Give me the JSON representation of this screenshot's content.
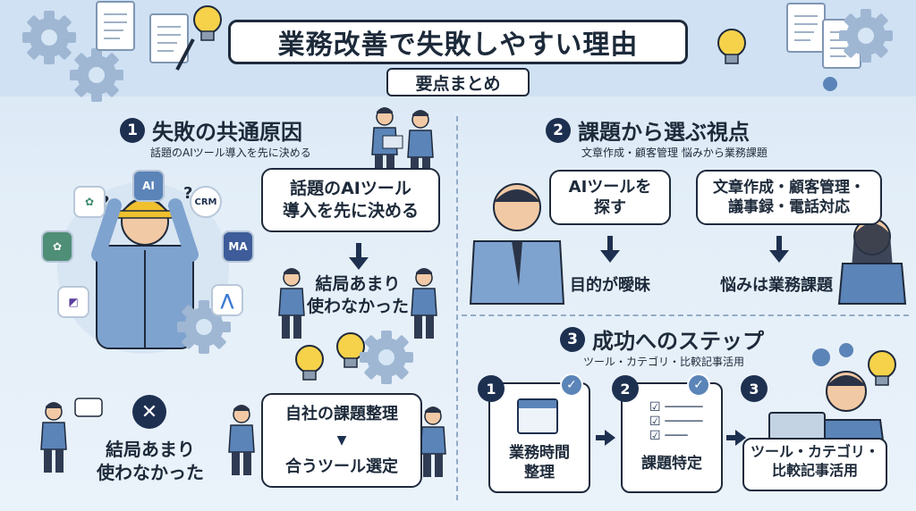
{
  "header": {
    "title": "業務改善で失敗しやすい理由",
    "subtitle": "要点まとめ"
  },
  "section1": {
    "number": "1",
    "title": "失敗の共通原因",
    "subtitle": "話題のAIツール導入を先に決める",
    "bubble": "話題のAIツール\n導入を先に決める",
    "result": "結局あまり\n使わなかった",
    "apps": [
      "AI",
      "CRM",
      "MA"
    ],
    "bottom_text": "結局あまり\n使わなかった",
    "flow_top": "自社の課題整理",
    "flow_bottom": "合うツール選定",
    "x_mark": "✕"
  },
  "section2": {
    "number": "2",
    "title": "課題から選ぶ視点",
    "subtitle": "文章作成・顧客管理 悩みから業務課題",
    "left_bubble": "AIツールを\n探す",
    "left_result": "目的が曖昧",
    "right_bubble": "文章作成・顧客管理・\n議事録・電話対応",
    "right_result": "悩みは業務課題"
  },
  "section3": {
    "number": "3",
    "title": "成功へのステップ",
    "subtitle": "ツール・カテゴリ・比較記事活用",
    "steps": [
      {
        "num": "1",
        "label": "業務時間\n整理"
      },
      {
        "num": "2",
        "label": "課題特定"
      },
      {
        "num": "3",
        "label": "ツール・カテゴリ・\n比較記事活用"
      }
    ],
    "check": "✓"
  },
  "colors": {
    "navy": "#1e3050",
    "accent_blue": "#5b84b8",
    "background": "#e3eef8",
    "bulb_yellow": "#f6d24a"
  }
}
